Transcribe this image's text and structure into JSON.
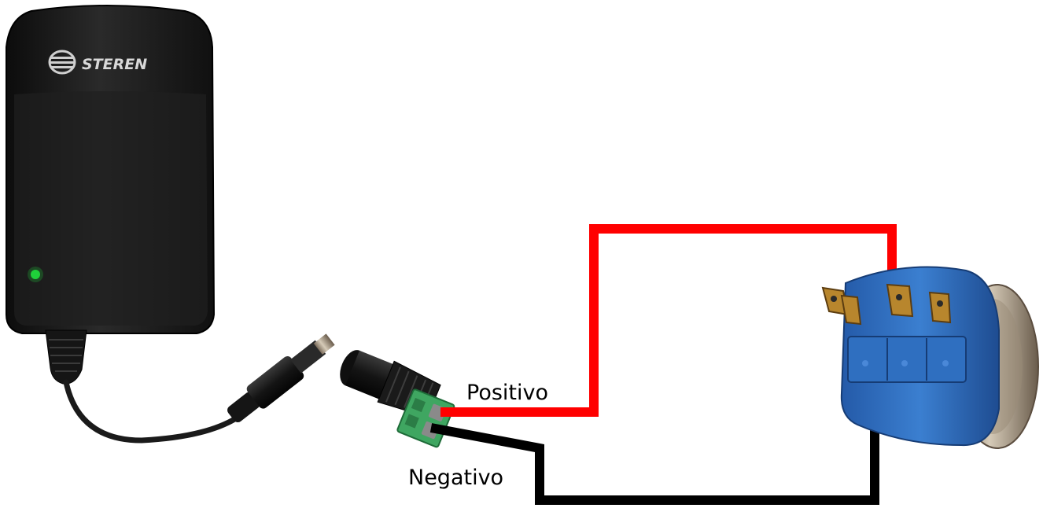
{
  "brand": {
    "logo_text": "STEREN"
  },
  "labels": {
    "positive": "Positivo",
    "negative": "Negativo"
  },
  "colors": {
    "positive_wire": "#ff0000",
    "negative_wire": "#000000",
    "adapter_body": "#1b1b1b",
    "terminal_block": "#3fa661",
    "switch_body": "#2f6fc0",
    "led": "#1fd13a"
  },
  "components": [
    "power-adapter-icon",
    "dc-jack-connector-icon",
    "pushbutton-switch-icon"
  ]
}
